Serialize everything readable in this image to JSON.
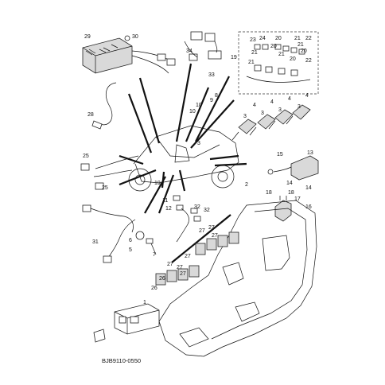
{
  "diagram": {
    "code": "BJB9110-0550",
    "callouts": [
      "1",
      "2",
      "3",
      "4",
      "5",
      "6",
      "7",
      "8",
      "9",
      "10",
      "11",
      "12",
      "13",
      "14",
      "15",
      "16",
      "17",
      "18",
      "19",
      "20",
      "21",
      "22",
      "23",
      "24",
      "25",
      "26",
      "27",
      "28",
      "29",
      "30",
      "31",
      "32",
      "33",
      "34"
    ]
  }
}
